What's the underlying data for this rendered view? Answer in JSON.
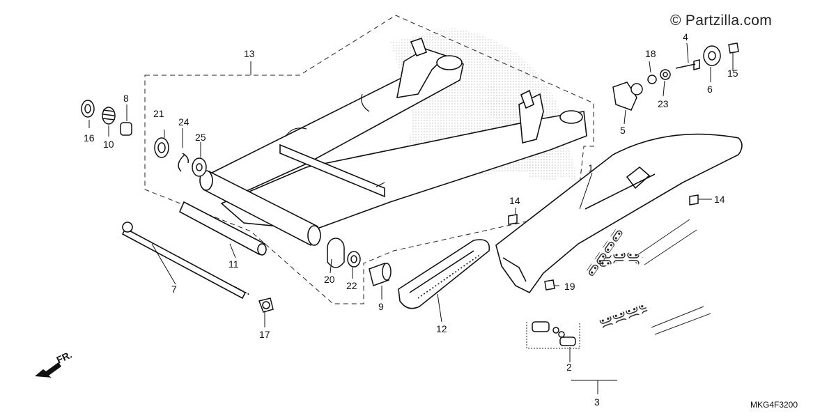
{
  "watermark": "© Partzilla.com",
  "diagram_code": "MKG4F3200",
  "front_label": "FR.",
  "footnote": [
    "",
    ""
  ],
  "callouts": {
    "p1": "1",
    "p2": "2",
    "p3": "3",
    "p4": "4",
    "p5": "5",
    "p6": "6",
    "p7": "7",
    "p8": "8",
    "p9": "9",
    "p10": "10",
    "p11": "11",
    "p12": "12",
    "p13": "13",
    "p14a": "14",
    "p14b": "14",
    "p15": "15",
    "p16": "16",
    "p17": "17",
    "p18": "18",
    "p19": "19",
    "p20": "20",
    "p21": "21",
    "p22": "22",
    "p23": "23",
    "p24": "24",
    "p25": "25"
  }
}
